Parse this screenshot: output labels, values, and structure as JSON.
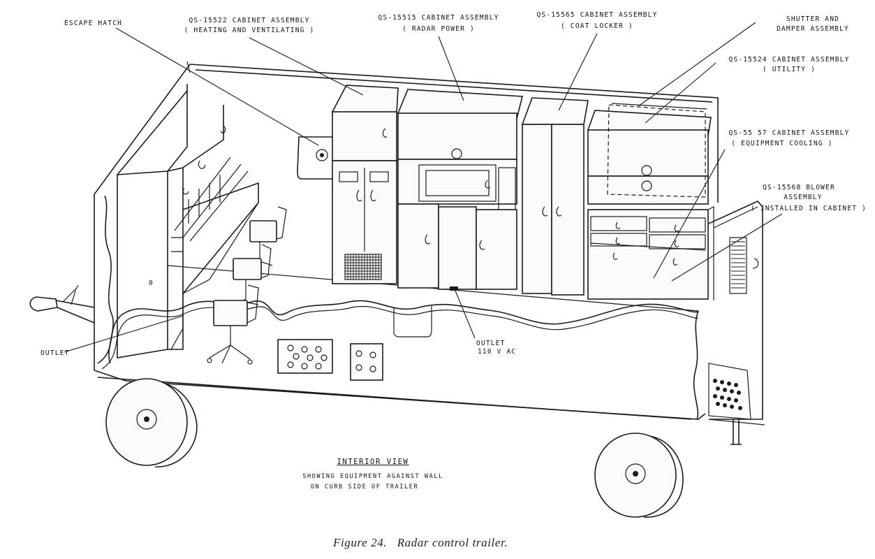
{
  "labels": {
    "escape_hatch": "ESCAPE HATCH",
    "heating_l1": "QS-15522 CABINET ASSEMBLY",
    "heating_l2": "( HEATING AND VENTILATING )",
    "radar_l1": "QS-15515 CABINET ASSEMBLY",
    "radar_l2": "( RADAR POWER )",
    "coat_l1": "QS-15565 CABINET ASSEMBLY",
    "coat_l2": "( COAT LOCKER )",
    "shutter_l1": "SHUTTER AND",
    "shutter_l2": "DAMPER ASSEMBLY",
    "utility_l1": "QS-15524 CABINET ASSEMBLY",
    "utility_l2": "( UTILITY )",
    "cooling_l1": "QS-55 57 CABINET ASSEMBLY",
    "cooling_l2": "( EQUIPMENT COOLING )",
    "blower_l1": "QS-15568 BLOWER",
    "blower_l2": "ASSEMBLY",
    "blower_l3": "( INSTALLED IN CABINET )",
    "outlet_left": "OUTLET",
    "outlet_center_l1": "OUTLET",
    "outlet_center_l2": "110 V AC"
  },
  "view": {
    "heading": "INTERIOR VIEW",
    "line1": "SHOWING EQUIPMENT AGAINST WALL",
    "line2": "ON CURB SIDE OF TRAILER"
  },
  "caption": "Figure 24.   Radar control trailer."
}
